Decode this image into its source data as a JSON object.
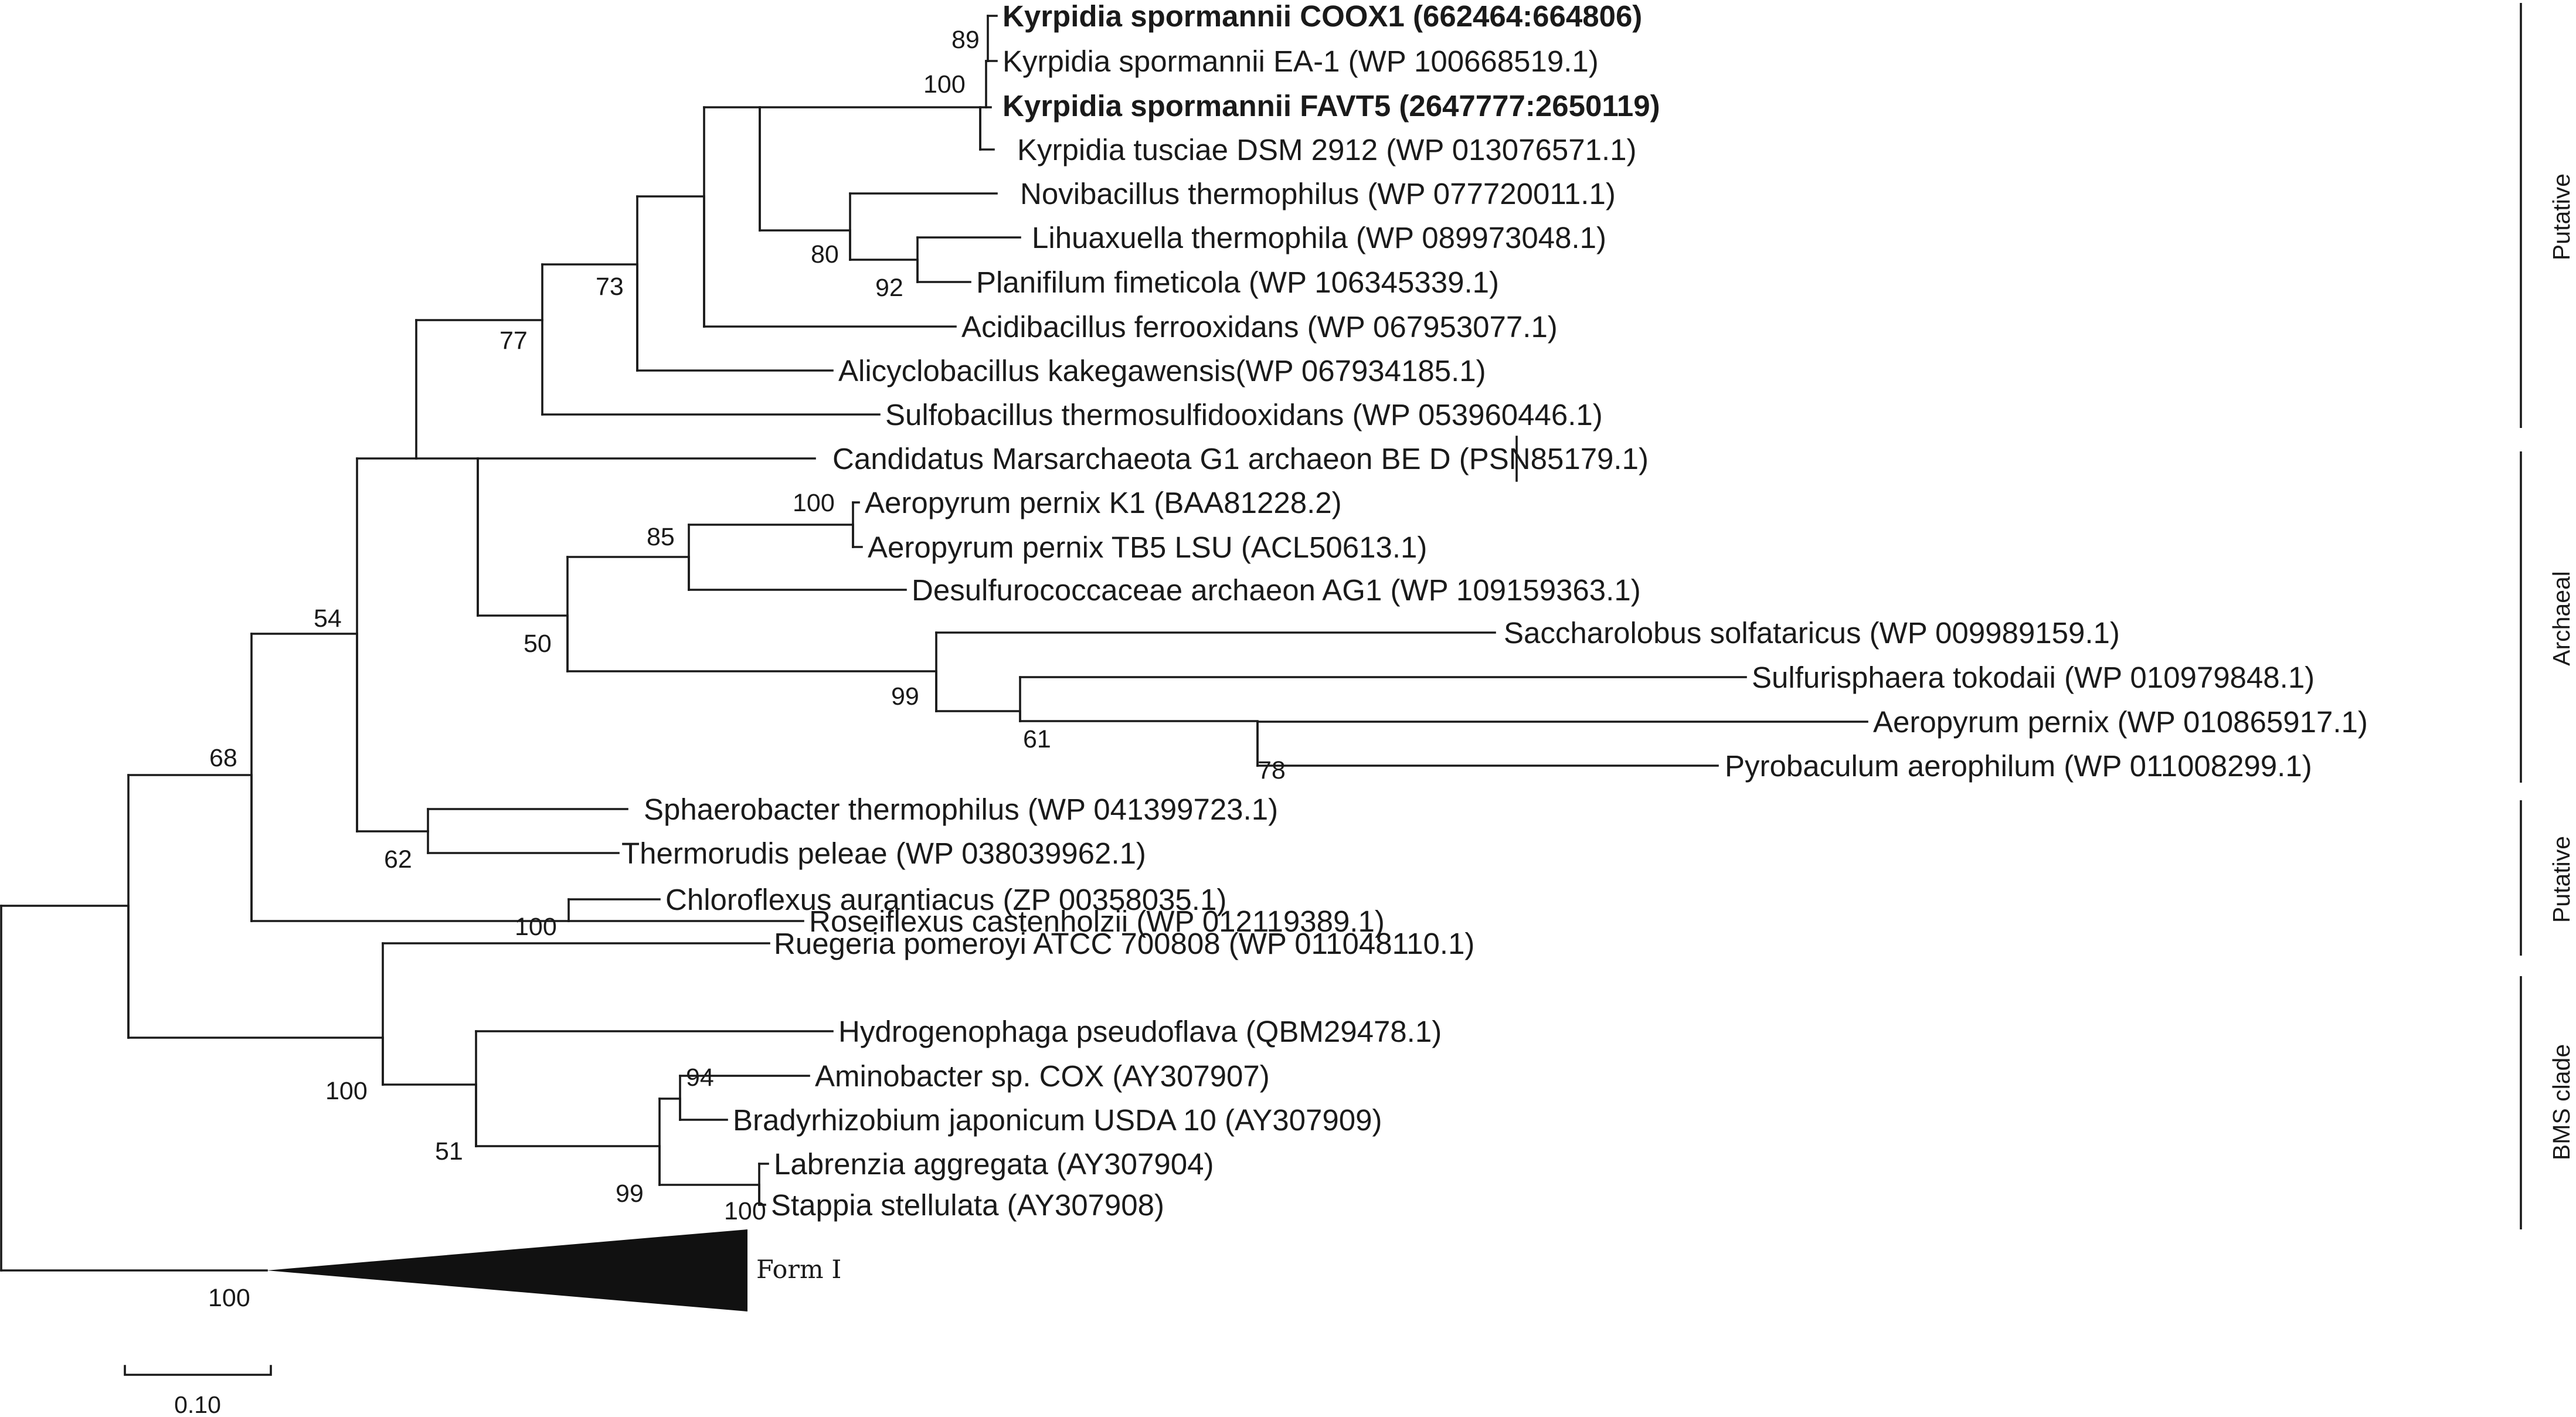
{
  "leaves": [
    {
      "id": "kcoox1",
      "label": "Kyrpidia spormannii COOX1 (662464:664806)",
      "bold": true
    },
    {
      "id": "kea1",
      "label": "Kyrpidia spormannii EA-1 (WP 100668519.1)",
      "bold": false
    },
    {
      "id": "kfavt5",
      "label": "Kyrpidia spormannii FAVT5 (2647777:2650119)",
      "bold": true
    },
    {
      "id": "ktus",
      "label": "Kyrpidia tusciae DSM 2912 (WP 013076571.1)",
      "bold": false
    },
    {
      "id": "novi",
      "label": "Novibacillus thermophilus (WP 077720011.1)",
      "bold": false
    },
    {
      "id": "lihu",
      "label": "Lihuaxuella thermophila (WP 089973048.1)",
      "bold": false
    },
    {
      "id": "plan",
      "label": "Planifilum fimeticola (WP 106345339.1)",
      "bold": false
    },
    {
      "id": "acid",
      "label": "Acidibacillus ferrooxidans (WP 067953077.1)",
      "bold": false
    },
    {
      "id": "alic",
      "label": "Alicyclobacillus kakegawensis(WP 067934185.1)",
      "bold": false
    },
    {
      "id": "sulfo",
      "label": "Sulfobacillus thermosulfidooxidans (WP 053960446.1)",
      "bold": false
    },
    {
      "id": "cand",
      "label": "Candidatus Marsarchaeota G1 archaeon BE D (PSN85179.1)",
      "bold": false
    },
    {
      "id": "aerk1",
      "label": "Aeropyrum pernix K1 (BAA81228.2)",
      "bold": false
    },
    {
      "id": "aertb5",
      "label": "Aeropyrum pernix TB5 LSU (ACL50613.1)",
      "bold": false
    },
    {
      "id": "desu",
      "label": "Desulfurococcaceae archaeon AG1 (WP 109159363.1)",
      "bold": false
    },
    {
      "id": "sacc",
      "label": "Saccharolobus solfataricus (WP 009989159.1)",
      "bold": false
    },
    {
      "id": "sulfu",
      "label": "Sulfurisphaera tokodaii (WP 010979848.1)",
      "bold": false
    },
    {
      "id": "aerp",
      "label": "Aeropyrum pernix (WP 010865917.1)",
      "bold": false
    },
    {
      "id": "pyro",
      "label": "Pyrobaculum aerophilum (WP 011008299.1)",
      "bold": false
    },
    {
      "id": "spha",
      "label": "Sphaerobacter thermophilus (WP 041399723.1)",
      "bold": false
    },
    {
      "id": "ther",
      "label": "Thermorudis peleae (WP 038039962.1)",
      "bold": false
    },
    {
      "id": "chlo",
      "label": "Chloroflexus aurantiacus (ZP 00358035.1)",
      "bold": false
    },
    {
      "id": "rose",
      "label": "Roseiflexus castenholzii (WP 012119389.1)",
      "bold": false
    },
    {
      "id": "rueg",
      "label": "Ruegeria pomeroyi ATCC 700808 (WP 011048110.1)",
      "bold": false
    },
    {
      "id": "hydr",
      "label": "Hydrogenophaga pseudoflava (QBM29478.1)",
      "bold": false
    },
    {
      "id": "amin",
      "label": "Aminobacter sp. COX (AY307907)",
      "bold": false
    },
    {
      "id": "brad",
      "label": "Bradyrhizobium japonicum USDA 10 (AY307909)",
      "bold": false
    },
    {
      "id": "labr",
      "label": "Labrenzia aggregata (AY307904)",
      "bold": false
    },
    {
      "id": "stap",
      "label": "Stappia stellulata (AY307908)",
      "bold": false
    }
  ],
  "bootstraps": [
    {
      "id": "b89",
      "value": "89"
    },
    {
      "id": "b100a",
      "value": "100"
    },
    {
      "id": "b80",
      "value": "80"
    },
    {
      "id": "b92",
      "value": "92"
    },
    {
      "id": "b73",
      "value": "73"
    },
    {
      "id": "b77",
      "value": "77"
    },
    {
      "id": "b100b",
      "value": "100"
    },
    {
      "id": "b85",
      "value": "85"
    },
    {
      "id": "b50",
      "value": "50"
    },
    {
      "id": "b99a",
      "value": "99"
    },
    {
      "id": "b61",
      "value": "61"
    },
    {
      "id": "b78",
      "value": "78"
    },
    {
      "id": "b54",
      "value": "54"
    },
    {
      "id": "b62",
      "value": "62"
    },
    {
      "id": "b68",
      "value": "68"
    },
    {
      "id": "b100c",
      "value": "100"
    },
    {
      "id": "b100d",
      "value": "100"
    },
    {
      "id": "b51",
      "value": "51"
    },
    {
      "id": "b94",
      "value": "94"
    },
    {
      "id": "b99b",
      "value": "99"
    },
    {
      "id": "b100e",
      "value": "100"
    },
    {
      "id": "b100f",
      "value": "100"
    }
  ],
  "collapsed_clade": {
    "label": "Form I"
  },
  "groups": [
    {
      "id": "putative1",
      "label": "Putative"
    },
    {
      "id": "archaeal",
      "label": "Archaeal"
    },
    {
      "id": "putative2",
      "label": "Putative"
    },
    {
      "id": "bms",
      "label": "BMS clade"
    }
  ],
  "scale_bar": {
    "label": "0.10"
  }
}
